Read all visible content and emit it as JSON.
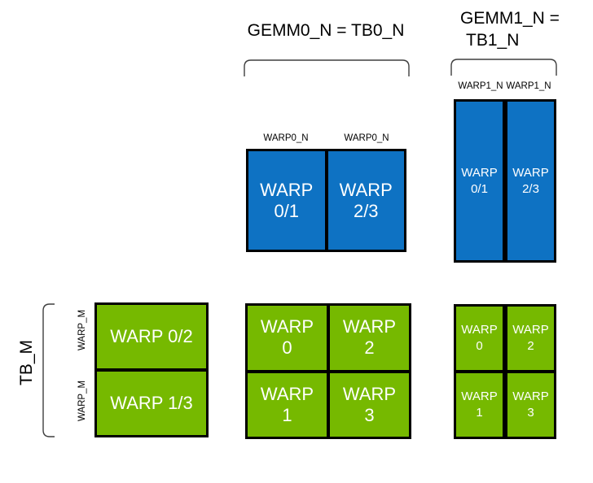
{
  "titles": {
    "gemm0": "GEMM0_N = TB0_N",
    "gemm1_l1": "GEMM1_N =",
    "gemm1_l2": "TB1_N"
  },
  "labels": {
    "tb_m": "TB_M",
    "warp_m_1": "WARP_M",
    "warp_m_2": "WARP_M",
    "warp0_n_1": "WARP0_N",
    "warp0_n_2": "WARP0_N",
    "warp1_n_1": "WARP1_N",
    "warp1_n_2": "WARP1_N"
  },
  "blocks": {
    "gemm0_acc": {
      "cells": [
        {
          "l1": "WARP",
          "l2": "0/1"
        },
        {
          "l1": "WARP",
          "l2": "2/3"
        }
      ]
    },
    "gemm1_acc": {
      "cells": [
        {
          "l1": "WARP",
          "l2": "0/1"
        },
        {
          "l1": "WARP",
          "l2": "2/3"
        }
      ]
    },
    "tb_rows": {
      "rows": [
        "WARP 0/2",
        "WARP 1/3"
      ]
    },
    "gemm0_warps": {
      "cells": [
        {
          "l1": "WARP",
          "l2": "0"
        },
        {
          "l1": "WARP",
          "l2": "2"
        },
        {
          "l1": "WARP",
          "l2": "1"
        },
        {
          "l1": "WARP",
          "l2": "3"
        }
      ]
    },
    "gemm1_warps": {
      "cells": [
        {
          "l1": "WARP",
          "l2": "0"
        },
        {
          "l1": "WARP",
          "l2": "2"
        },
        {
          "l1": "WARP",
          "l2": "1"
        },
        {
          "l1": "WARP",
          "l2": "3"
        }
      ]
    }
  },
  "colors": {
    "blue": "#0e72c3",
    "green": "#76b900",
    "border": "#000000",
    "bracket": "#3f3f3f",
    "box_text": "#ffffff",
    "label_text": "#000000",
    "background": "#ffffff"
  }
}
